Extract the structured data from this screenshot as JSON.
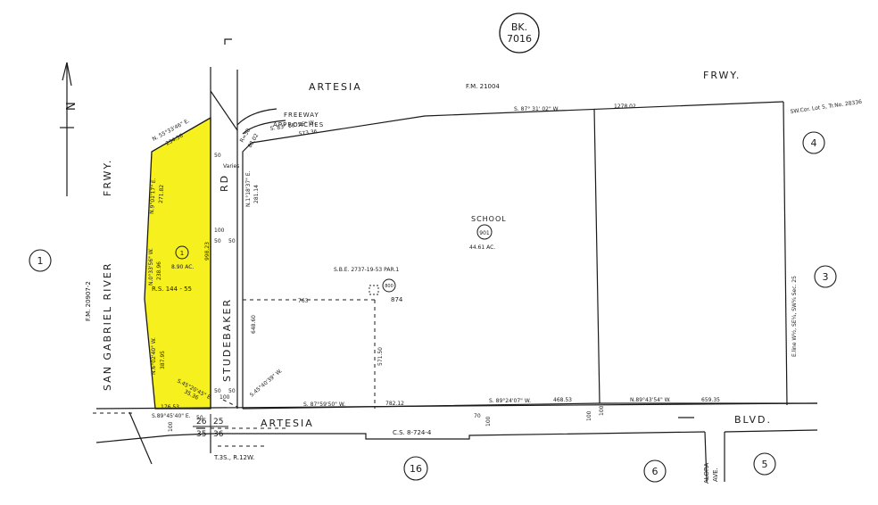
{
  "map": {
    "book": {
      "line1": "BK.",
      "line2": "7016"
    },
    "north_letter": "N",
    "freeway_top": {
      "artesia": "ARTESIA",
      "fm": "F.M. 21004",
      "frwy": "FRWY."
    },
    "freeway_approaches": {
      "line1": "FREEWAY",
      "line2": "APPROACHES"
    },
    "left_freeway": {
      "frwy": "FRWY.",
      "river": "SAN GABRIEL RIVER",
      "fm": "F.M. 20907-2"
    },
    "studebaker": {
      "rd": "RD",
      "name": "STUDEBAKER"
    },
    "artesia_blvd": {
      "artesia": "ARTESIA",
      "blvd": "BLVD.",
      "cs": "C.S. 8-724-4"
    },
    "alora": {
      "line1": "ALORA",
      "line2": "AVE."
    },
    "township": "T.3S., R.12W.",
    "sections": {
      "a": "26",
      "b": "25",
      "c": "35",
      "d": "36"
    },
    "page_circles": [
      "1",
      "3",
      "4",
      "5",
      "6",
      "16"
    ],
    "school": {
      "label": "SCHOOL",
      "parcel": "901",
      "acres": "44.61 AC."
    },
    "parcel_1": {
      "num": "1",
      "acres": "8.90 AC.",
      "rs": "R.S. 144 - 55"
    },
    "sbe": {
      "label": "S.B.E. 2737-19-53 PAR.1",
      "parcel": "800",
      "code": "874"
    },
    "bearings": {
      "top": "S. 87° 31' 02\" W.",
      "top_dist": "1278.02",
      "approach": "S. 83° 16' 56\" W.",
      "approach_dist": "573.36",
      "p1_top": "N. 55°33'46\" E.",
      "p1_top_dist": "234.56",
      "p1_upper": "N.9°01'17\" E.",
      "p1_upper_dist": "271.82",
      "p1_mid": "N.0°33'56\" W.",
      "p1_mid_dist": "238.96",
      "p1_lower": "N.6°02'40\" W.",
      "p1_lower_dist": "387.95",
      "p1_bottom": "S.89°45'40\" E.",
      "p1_bottom_dist": "176.53",
      "p1_corner": "S.45°20'45\" E.",
      "p1_corner_dist": "35.36",
      "p1_east_dist": "998.23",
      "bottom1": "S. 87°59'50\" W.",
      "bottom1_dist": "782.12",
      "bottom2": "S. 89°24'07\" W.",
      "bottom2_dist": "468.53",
      "bottom3": "N.89°43'54\" W.",
      "bottom3_dist": "659.35",
      "west_school": "N.1°18'37\" E.",
      "west_school_dist": "281.14",
      "west_school_lower": "648.60",
      "corner_sw": "S.45°40'39\" W.",
      "sbe_vert_dist": "571.50",
      "sbe_horiz": "763",
      "east_line": "E.line W½, SE¼, SW¼ Sec. 25",
      "corner_ne": "SW.Cor. Lot 5, Tr.No. 28336",
      "r50": "R=50",
      "r50_dist": "88.02"
    },
    "widths": {
      "w50a": "50",
      "w50b": "50",
      "w100": "100",
      "w50c": "50",
      "w50d": "50",
      "w50e": "50",
      "w100b": "100",
      "varies": "Varies",
      "w70": "70",
      "w100c": "100",
      "w100d": "100",
      "w100e": "100",
      "w50f": "50",
      "w100f": "100"
    },
    "colors": {
      "parcel_fill": "#f6f01f",
      "ink": "#1a1a1a"
    }
  }
}
